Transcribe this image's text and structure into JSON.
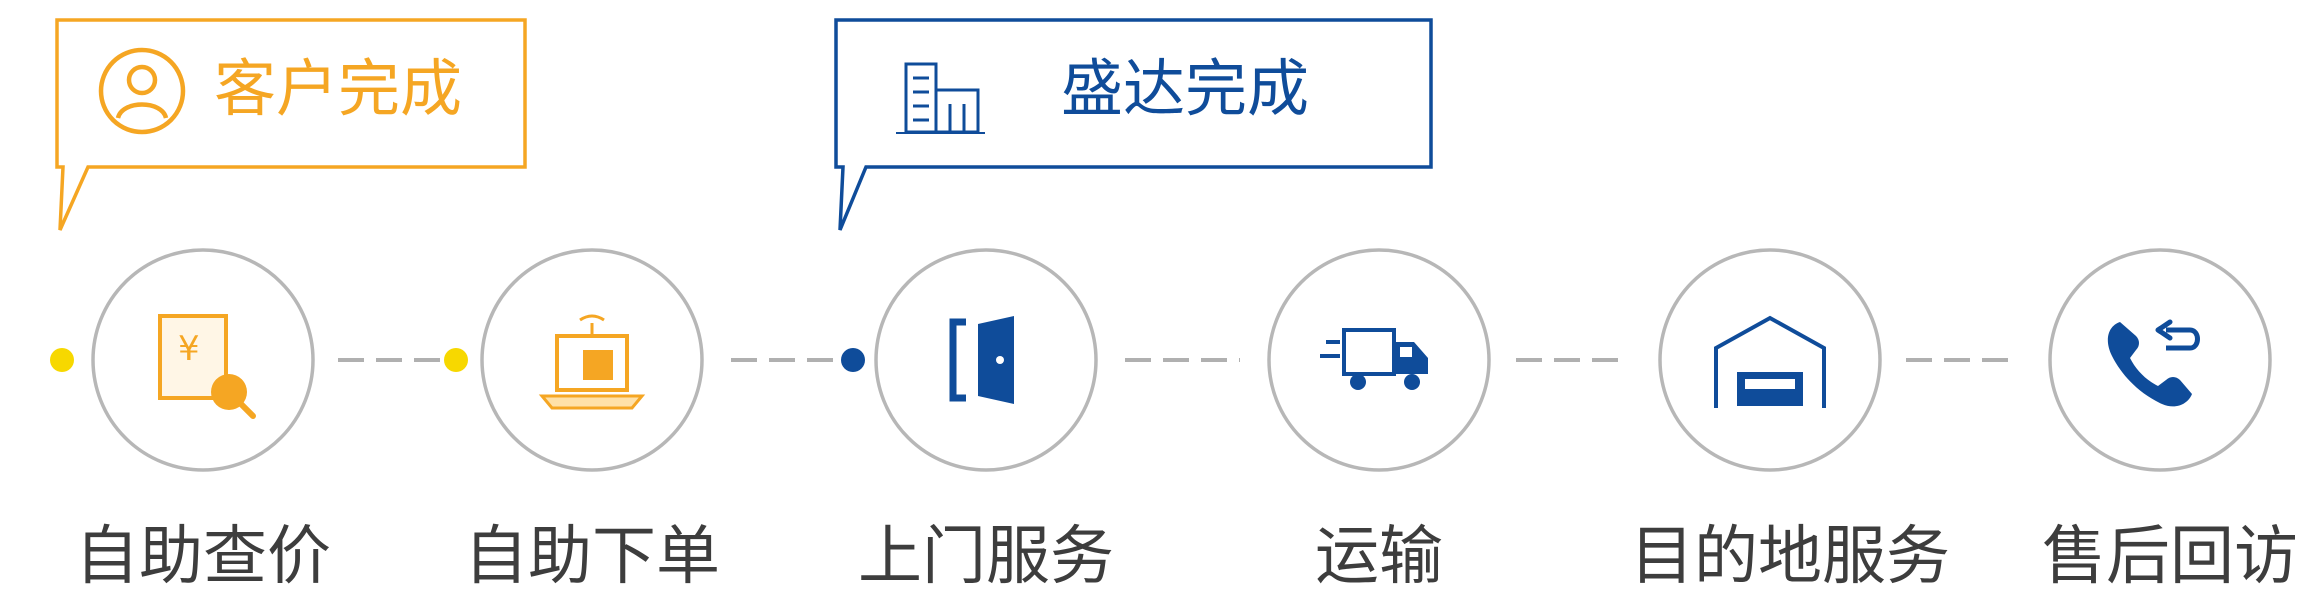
{
  "callouts": {
    "customer": {
      "label": "客户完成",
      "icon": "user-circle-icon",
      "color": "#f5a623"
    },
    "shengda": {
      "label": "盛达完成",
      "icon": "building-icon",
      "color": "#0f4c9a"
    }
  },
  "steps": [
    {
      "label": "自助查价",
      "icon": "price-query-icon",
      "party": "customer"
    },
    {
      "label": "自助下单",
      "icon": "laptop-order-icon",
      "party": "customer"
    },
    {
      "label": "上门服务",
      "icon": "door-icon",
      "party": "shengda"
    },
    {
      "label": "运输",
      "icon": "truck-icon",
      "party": "shengda"
    },
    {
      "label": "目的地服务",
      "icon": "warehouse-icon",
      "party": "shengda"
    },
    {
      "label": "售后回访",
      "icon": "phone-callback-icon",
      "party": "shengda"
    }
  ],
  "colors": {
    "customer_accent": "#f5a623",
    "customer_dot": "#f7d800",
    "shengda_accent": "#0f4c9a",
    "circle_border": "#b7b7b7",
    "connector": "#b0b0b0",
    "label_text": "#3d3d3d"
  }
}
